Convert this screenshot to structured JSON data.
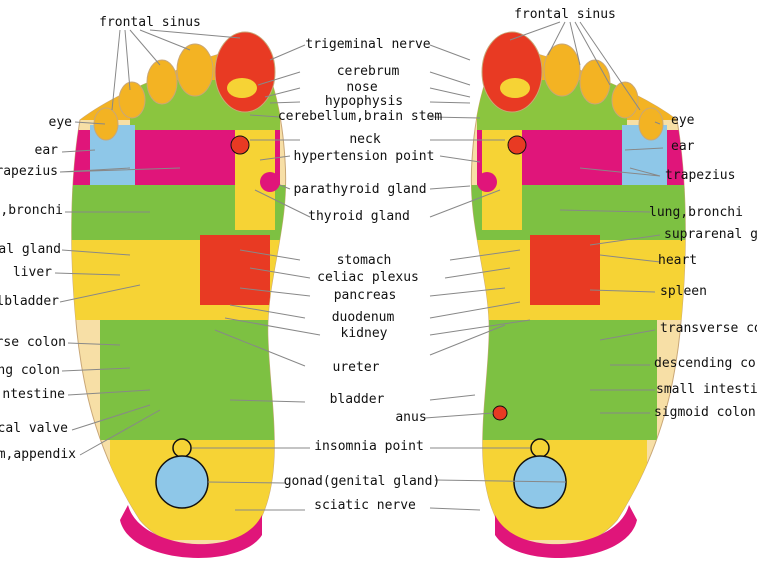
{
  "labels": {
    "frontal_sinus_left": "frontal sinus",
    "frontal_sinus_right": "frontal sinus",
    "trigeminal_nerve": "trigeminal nerve",
    "cerebrum": "cerebrum",
    "nose": "nose",
    "hypophysis": "hypophysis",
    "cerebellum": "cerebellum,brain stem",
    "neck": "neck",
    "hypertension_point": "hypertension point",
    "parathyroid_gland": "parathyroid gland",
    "thyroid_gland": "thyroid gland",
    "stomach": "stomach",
    "celiac_plexus": "celiac plexus",
    "pancreas": "pancreas",
    "duodenum": "duodenum",
    "kidney": "kidney",
    "ureter": "ureter",
    "bladder": "bladder",
    "anus": "anus",
    "insomnia_point": "insomnia point",
    "gonad": "gonad(genital gland)",
    "sciatic_nerve": "sciatic nerve",
    "eye_left": "eye",
    "ear_left": "ear",
    "trapezius_left": "rapezius",
    "lung_left": "ung,bronchi",
    "suprarenal_left": "al gland",
    "liver": "liver",
    "gallbladder": "lbladder",
    "transverse_colon_left": "rse colon",
    "ascending_colon": "ng colon",
    "small_intestine_left": "ntestine",
    "ileocecal_valve": "cal valve",
    "cecum_appendix": "m,appendix",
    "eye_right": "eye",
    "ear_right": "ear",
    "trapezius_right": "trapezius",
    "lung_right": "lung,bronchi",
    "suprarenal_right": "suprarenal g",
    "heart": "heart",
    "spleen": "spleen",
    "transverse_colon_right": "transverse co",
    "descending_colon": "descending co",
    "small_intestine_right": "small intestin",
    "sigmoid_colon": "sigmoid colon,"
  },
  "colors": {
    "foot_base": "#f7dfa6",
    "toe_tip": "#f3b323",
    "head_zone": "#e8321e",
    "neck_zone": "#8bc53f",
    "chest_zone": "#7dc142",
    "magenta": "#e0157a",
    "blue_zone": "#8ec7e8",
    "yellow_zone": "#f6d335",
    "red_zone": "#e83a23",
    "heel_arc": "#e0157a",
    "leader_line": "#888888"
  }
}
